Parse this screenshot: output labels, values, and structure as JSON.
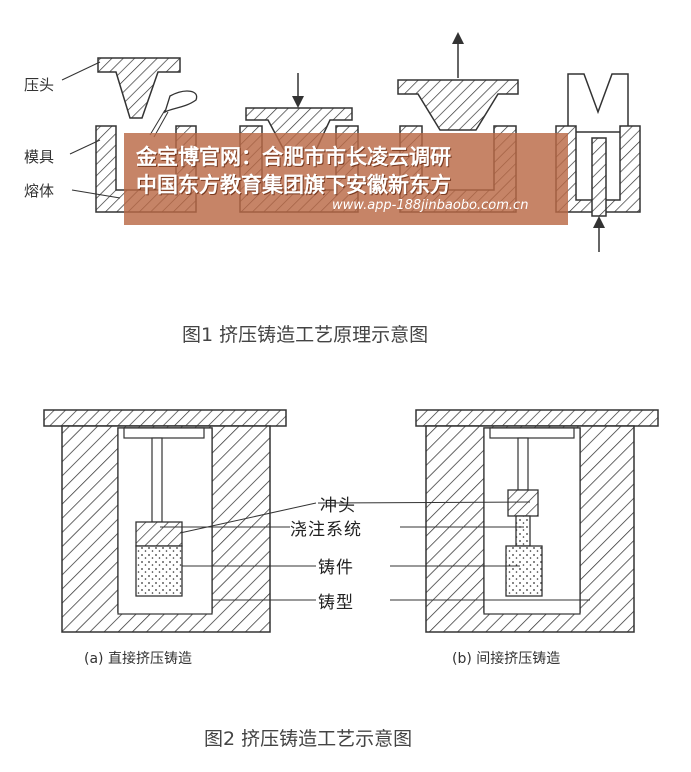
{
  "fig1": {
    "label_press_head": "压头",
    "label_die": "模具",
    "label_melt": "熔体",
    "caption": "图1   挤压铸造工艺原理示意图"
  },
  "fig2": {
    "callout_punch": "冲头",
    "callout_gating": "浇注系统",
    "callout_casting": "铸件",
    "callout_mold": "铸型",
    "subcaption_a": "(a)  直接挤压铸造",
    "subcaption_b": "(b)  间接挤压铸造",
    "caption": "图2   挤压铸造工艺示意图"
  },
  "watermark": {
    "line1": "金宝博官网：合肥市市长凌云调研",
    "line2": "中国东方教育集团旗下安徽新东方",
    "url": "www.app-188jinbaobo.com.cn"
  }
}
